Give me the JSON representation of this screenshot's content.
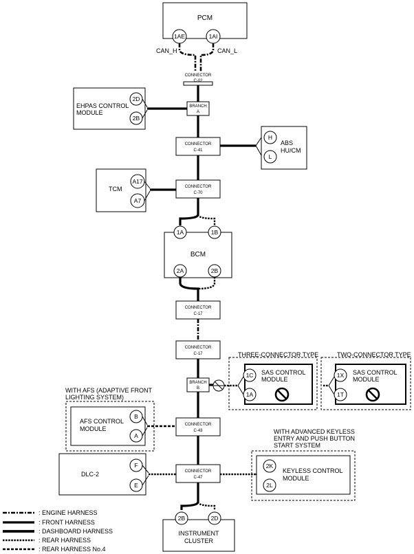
{
  "modules": {
    "pcm": {
      "label": "PCM",
      "pin_h": "1AE",
      "pin_l": "1AI",
      "can_h": "CAN_H",
      "can_l": "CAN_L"
    },
    "ehpas": {
      "label1": "EHPAS CONTROL",
      "label2": "MODULE",
      "pin_a": "2D",
      "pin_b": "2B"
    },
    "abs": {
      "label1": "ABS",
      "label2": "HU/CM",
      "pin_a": "H",
      "pin_b": "L"
    },
    "tcm": {
      "label": "TCM",
      "pin_a": "A17",
      "pin_b": "A7"
    },
    "bcm": {
      "label": "BCM",
      "pin_a": "1A",
      "pin_b": "1B",
      "pin_c": "2A",
      "pin_d": "2B"
    },
    "sas3": {
      "title": "THREE-CONNECTOR TYPE",
      "label1": "SAS CONTROL",
      "label2": "MODULE",
      "pin_a": "1C",
      "pin_b": "1A"
    },
    "sas2": {
      "title": "TWO-CONNECTOR TYPE",
      "label1": "SAS CONTROL",
      "label2": "MODULE",
      "pin_a": "1X",
      "pin_b": "1T"
    },
    "afs": {
      "note1": "WITH AFS (ADAPTIVE FRONT",
      "note2": "LIGHTING SYSTEM)",
      "label1": "AFS CONTROL",
      "label2": "MODULE",
      "pin_a": "B",
      "pin_b": "A"
    },
    "dlc": {
      "label": "DLC-2",
      "pin_a": "F",
      "pin_b": "E"
    },
    "keyless": {
      "note1": "WITH ADVANCED KEYLESS",
      "note2": "ENTRY AND PUSH BUTTON",
      "note3": "START SYSTEM",
      "label1": "KEYLESS CONTROL",
      "label2": "MODULE",
      "pin_a": "2K",
      "pin_b": "2L"
    },
    "cluster": {
      "label1": "INSTRUMENT",
      "label2": "CLUSTER",
      "pin_a": "2B",
      "pin_b": "2D"
    }
  },
  "connectors": {
    "c02": {
      "l1": "CONNECTOR",
      "l2": "C-02"
    },
    "c41": {
      "l1": "CONNECTOR",
      "l2": "C-41"
    },
    "c70": {
      "l1": "CONNECTOR",
      "l2": "C-70"
    },
    "c17a": {
      "l1": "CONNECTOR",
      "l2": "C-17"
    },
    "c17b": {
      "l1": "CONNECTOR",
      "l2": "C-17"
    },
    "c43": {
      "l1": "CONNECTOR",
      "l2": "C-43"
    },
    "c47": {
      "l1": "CONNECTOR",
      "l2": "C-47"
    },
    "branch_a": {
      "l1": "BRANCH",
      "l2": "A"
    },
    "branch_b": {
      "l1": "BRANCH",
      "l2": "B"
    }
  },
  "legend": {
    "engine": ": ENGINE HARNESS",
    "front": ": FRONT HARNESS",
    "dashboard": ": DASHBOARD HARNESS",
    "rear": ": REAR HARNESS",
    "rear4": ": REAR HARNESS No.4"
  }
}
